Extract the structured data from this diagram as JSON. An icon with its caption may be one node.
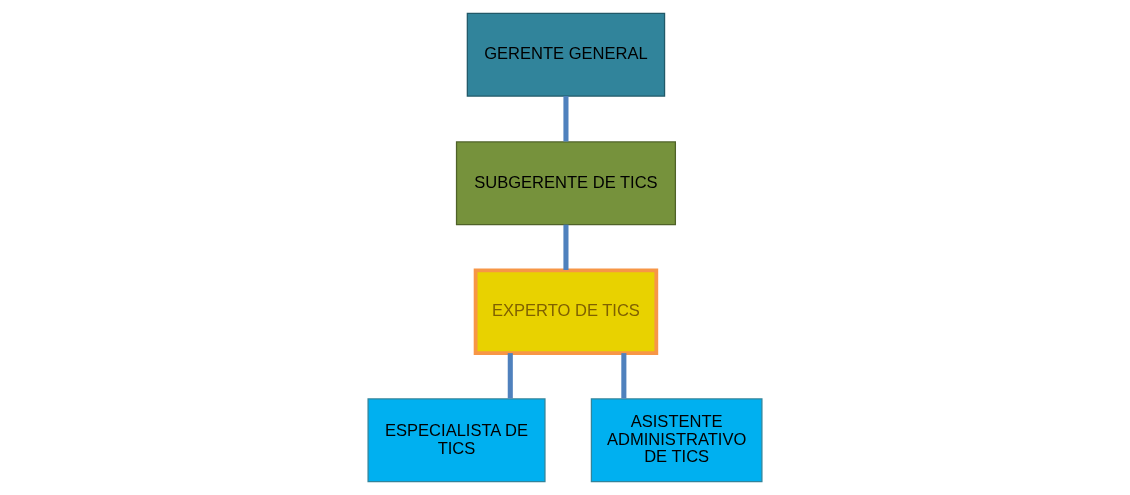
{
  "diagram": {
    "nodes": [
      {
        "text": [
          "GERENTE GENERAL"
        ]
      },
      {
        "text": [
          "SUBGERENTE DE TICS"
        ]
      },
      {
        "text": [
          "EXPERTO DE TICS"
        ]
      },
      {
        "text": [
          "ESPECIALISTA DE TICS"
        ]
      },
      {
        "text": [
          "ASISTENTE ADMINISTRATIVO DE TICS"
        ]
      }
    ],
    "edges": [
      {
        "from": 0,
        "to": 1,
        "arrow": "none"
      },
      {
        "from": 1,
        "to": 2,
        "arrow": "none"
      },
      {
        "from": 2,
        "to": 3,
        "arrow": "none"
      },
      {
        "from": 2,
        "to": 4,
        "arrow": "none"
      }
    ]
  }
}
